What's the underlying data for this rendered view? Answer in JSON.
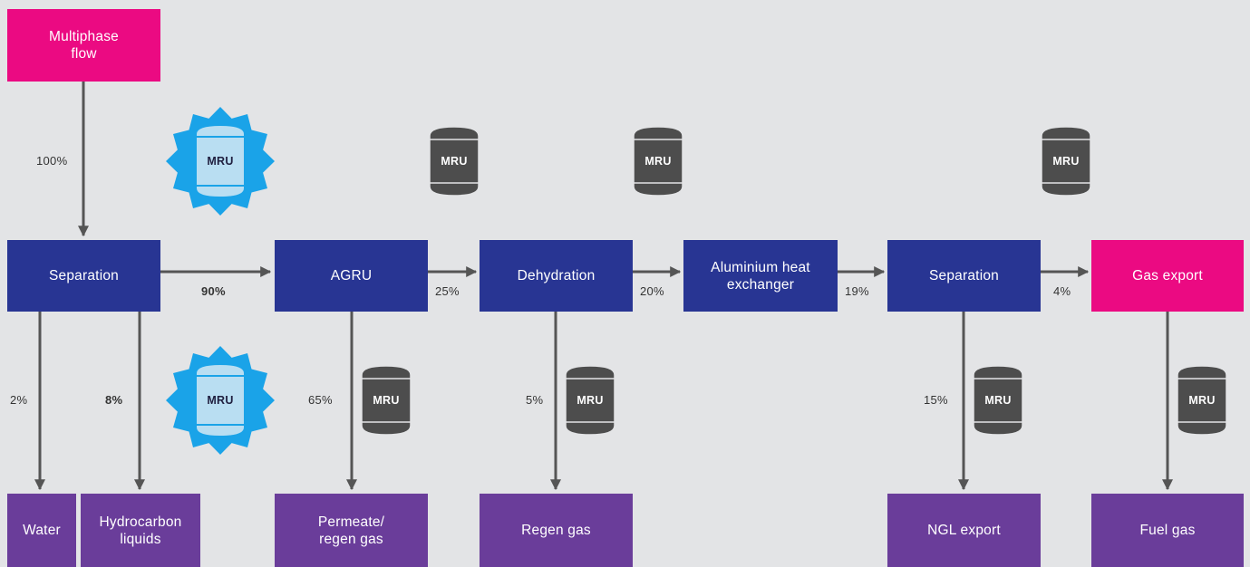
{
  "nodes": {
    "multiphase_flow": "Multiphase\nflow",
    "separation_1": "Separation",
    "agru": "AGRU",
    "dehydration": "Dehydration",
    "aluminium_hx": "Aluminium heat\nexchanger",
    "separation_2": "Separation",
    "gas_export": "Gas export",
    "water": "Water",
    "hydrocarbon_liquids": "Hydrocarbon\nliquids",
    "permeate": "Permeate/\nregen gas",
    "regen_gas": "Regen gas",
    "ngl_export": "NGL export",
    "fuel_gas": "Fuel gas"
  },
  "flows": {
    "inlet": "100%",
    "sep_to_agru": "90%",
    "agru_to_dehy": "25%",
    "dehy_to_hx": "20%",
    "hx_to_sep2": "19%",
    "sep2_to_gas": "4%",
    "water": "2%",
    "hydrocarbon": "8%",
    "permeate": "65%",
    "regen": "5%",
    "ngl": "15%"
  },
  "mru": {
    "label": "MRU",
    "icons": [
      "mru-featured-icon",
      "mru-unit-icon"
    ]
  },
  "colors": {
    "process": "#283593",
    "terminal_pink": "#eb0a82",
    "output_purple": "#6a3d9a",
    "arrow": "#555555",
    "mru_unit": "#4d4d4d",
    "mru_featured": "#1aa3e8",
    "background": "#e3e4e6"
  }
}
